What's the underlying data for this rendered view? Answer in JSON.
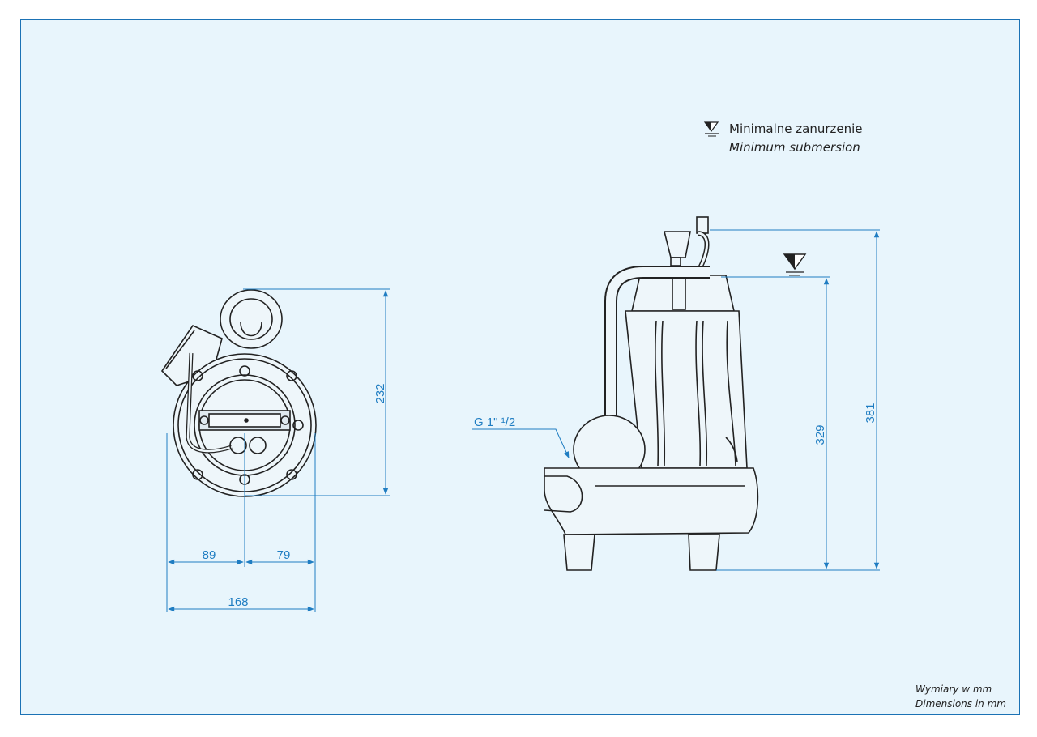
{
  "legend": {
    "symbol": "submersion-level-icon",
    "label_pl": "Minimalne zanurzenie",
    "label_en": "Minimum submersion"
  },
  "top_view": {
    "dim_height": "232",
    "dim_left": "89",
    "dim_right": "79",
    "dim_width": "168"
  },
  "side_view": {
    "outlet_thread": "G 1\" ¹/2",
    "dim_submersion": "329",
    "dim_total_height": "381"
  },
  "units": {
    "pl": "Wymiary w  mm",
    "en": "Dimensions in mm"
  },
  "colors": {
    "sheet_bg": "#e8f5fc",
    "frame": "#1b72b5",
    "dimension": "#1f7dc2",
    "body": "#222222"
  }
}
